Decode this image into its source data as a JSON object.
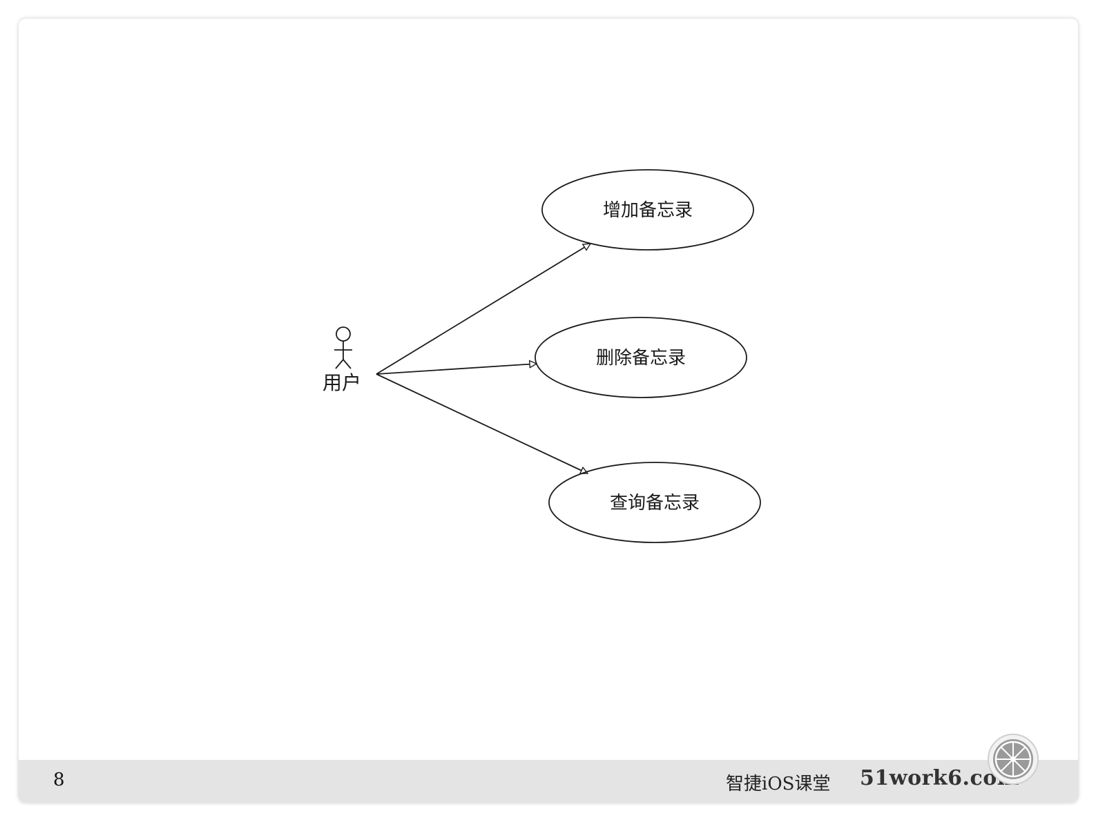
{
  "diagram": {
    "actor": {
      "label": "用户"
    },
    "use_cases": [
      {
        "label": "增加备忘录"
      },
      {
        "label": "删除备忘录"
      },
      {
        "label": "查询备忘录"
      }
    ]
  },
  "footer": {
    "page_number": "8",
    "course_name": "智捷iOS课堂",
    "site_name": "51work6.com",
    "logo_icon": "wheel-logo-icon"
  },
  "colors": {
    "footer_bg": "#e4e4e4",
    "line": "#1a1a1a"
  }
}
